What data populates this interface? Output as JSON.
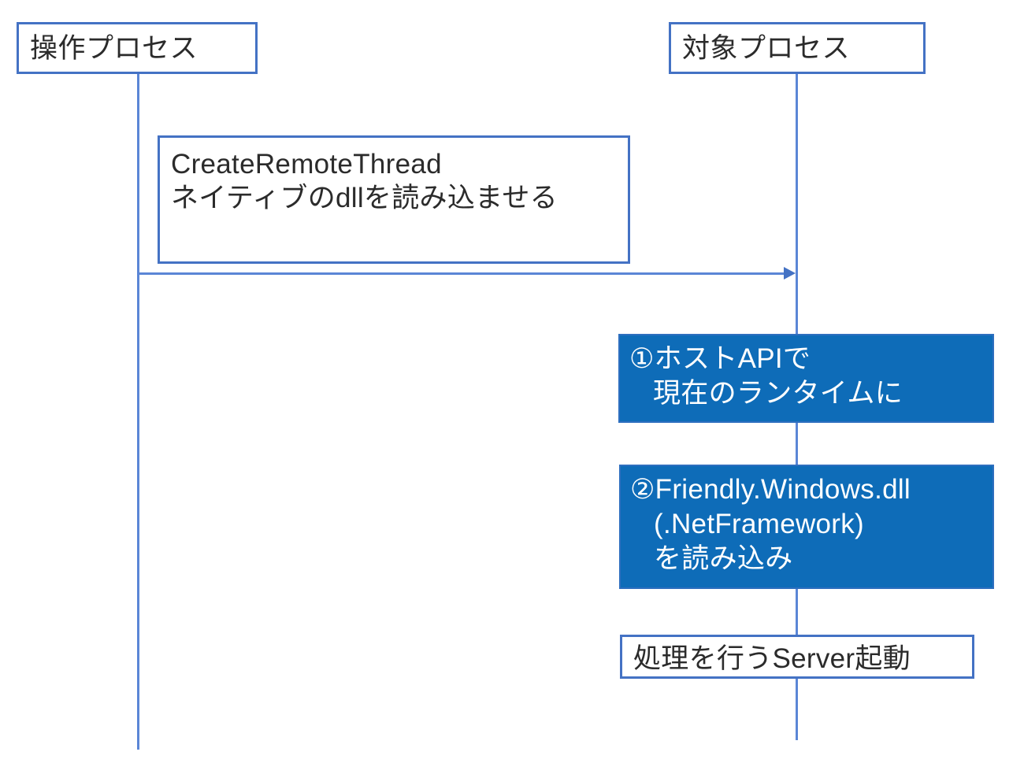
{
  "diagram": {
    "type": "sequence-diagram",
    "background_color": "#ffffff",
    "accent_color": "#4472C4",
    "lifeline_color": "#5B86D6",
    "fill_color": "#0E6CB8",
    "participants": [
      {
        "id": "operation-process",
        "label": "操作プロセス"
      },
      {
        "id": "target-process",
        "label": "対象プロセス"
      }
    ],
    "notes": [
      {
        "id": "create-remote-thread-note",
        "line1": "CreateRemoteThread",
        "line2": "ネイティブのdllを読み込ませる",
        "text": "CreateRemoteThread\nネイティブのdllを読み込ませる"
      },
      {
        "id": "server-start-note",
        "text": "処理を行うServer起動"
      }
    ],
    "steps": [
      {
        "id": "step-1-host-api",
        "number": "①",
        "line1": "①ホストAPIで",
        "line2": "現在のランタイムに",
        "text": "①ホストAPIで\n現在のランタイムに"
      },
      {
        "id": "step-2-load-friendly-dll",
        "number": "②",
        "line1": "②Friendly.Windows.dll",
        "line2": "(.NetFramework)",
        "line3": "を読み込み",
        "text": "②Friendly.Windows.dll\n(.NetFramework)\nを読み込み"
      }
    ],
    "messages": [
      {
        "id": "inject-message",
        "from": "operation-process",
        "to": "target-process",
        "label": "",
        "arrow_style": "solid-filled-head"
      }
    ]
  }
}
